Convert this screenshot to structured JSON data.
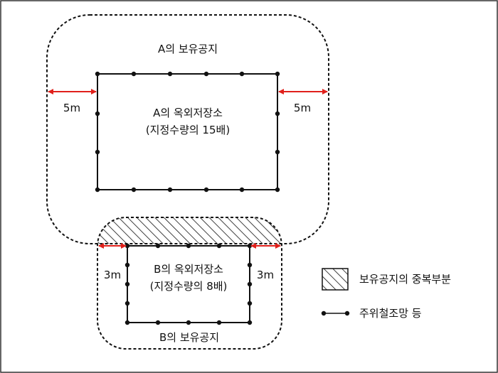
{
  "zone_a": {
    "area_label": "A의 보유공지",
    "storage_line1": "A의 옥외저장소",
    "storage_line2": "(지정수량의 15배)",
    "clearance_left": "5m",
    "clearance_right": "5m"
  },
  "zone_b": {
    "area_label": "B의 보유공지",
    "storage_line1": "B의 옥외저장소",
    "storage_line2": "(지정수량의 8배)",
    "clearance_left": "3m",
    "clearance_right": "3m"
  },
  "legend": {
    "overlap_label": "보유공지의 중복부분",
    "fence_label": "주위철조망 등"
  },
  "colors": {
    "arrow": "#e0201b",
    "line": "#111111"
  }
}
